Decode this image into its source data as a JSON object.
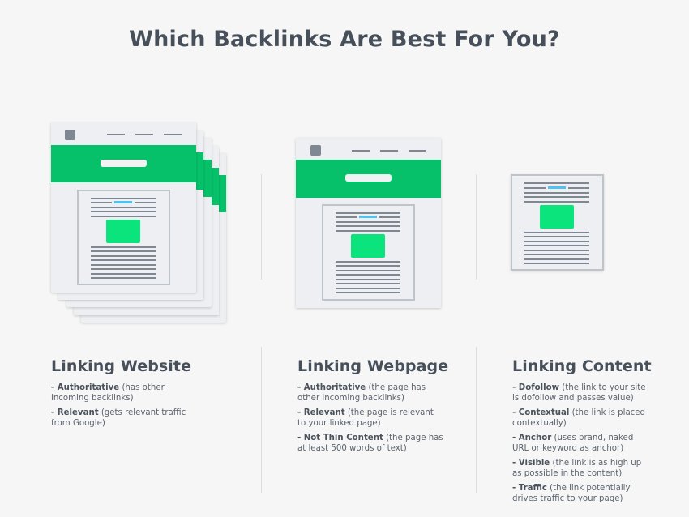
{
  "title": "Which Backlinks Are Best For You?",
  "colors": {
    "background": "#f6f6f6",
    "green_band": "#06c16a",
    "green_image": "#0be37c",
    "link_blue": "#4ec3ef",
    "text_dark": "#47505a",
    "page_fill": "#eeeff2",
    "line_gray": "#7f8892"
  },
  "columns": [
    {
      "heading": "Linking Website",
      "illustration": "stack-of-pages-icon",
      "items": [
        {
          "bold": "- Authoritative",
          "rest": " (has other incoming backlinks)"
        },
        {
          "bold": "- Relevant",
          "rest": " (gets relevant traffic from Google)"
        }
      ]
    },
    {
      "heading": "Linking Webpage",
      "illustration": "single-page-icon",
      "items": [
        {
          "bold": "- Authoritative",
          "rest": " (the page has other incoming backlinks)"
        },
        {
          "bold": "- Relevant",
          "rest": " (the page is relevant to your linked page)"
        },
        {
          "bold": "- Not Thin Content",
          "rest": " (the page has at least 500 words of text)"
        }
      ]
    },
    {
      "heading": "Linking Content",
      "illustration": "content-document-icon",
      "items": [
        {
          "bold": "- Dofollow",
          "rest": " (the link to your site is dofollow and passes value)"
        },
        {
          "bold": "- Contextual",
          "rest": " (the link is placed contextually)"
        },
        {
          "bold": "- Anchor",
          "rest": " (uses brand, naked URL or keyword as anchor)"
        },
        {
          "bold": "- Visible",
          "rest": " (the link is as high up as possible in the content)"
        },
        {
          "bold": "- Traffic",
          "rest": " (the link potentially drives traffic to your page)"
        }
      ]
    }
  ]
}
